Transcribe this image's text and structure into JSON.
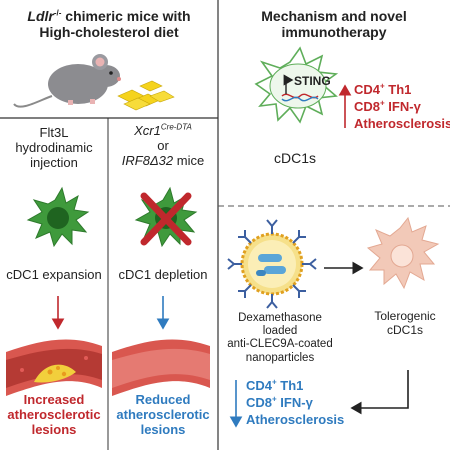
{
  "left_panel": {
    "title_italic": "Ldlr",
    "title_sup": "-/-",
    "title_rest_line1": " chimeric mice with",
    "title_line2": "High-cholesterol diet",
    "col1": {
      "label_line1": "Flt3L",
      "label_line2": "hydrodinamic",
      "label_line3": "injection",
      "cell_caption": "cDC1 expansion",
      "result_line1": "Increased",
      "result_line2": "atherosclerotic",
      "result_line3": "lesions"
    },
    "col2": {
      "label_italic1": "Xcr1",
      "label_sup": "Cre-DTA",
      "label_or": "or",
      "label_italic2": "IRF8Δ32",
      "label_mice": " mice",
      "cell_caption": "cDC1 depletion",
      "result_line1": "Reduced",
      "result_line2": "atherosclerotic",
      "result_line3": "lesions"
    }
  },
  "right_panel": {
    "title_line1": "Mechanism and novel",
    "title_line2": "immunotherapy",
    "sting_label": "STING",
    "cell_label": "cDC1s",
    "up_list": {
      "l1": "CD4",
      "l1_sup": "+",
      "l1_rest": " Th1",
      "l2": "CD8",
      "l2_sup": "+",
      "l2_rest": " IFN-γ",
      "l3": "Atherosclerosis"
    },
    "nano_line1": "Dexamethasone loaded",
    "nano_line2": "anti-CLEC9A-coated",
    "nano_line3": "nanoparticles",
    "tol_line1": "Tolerogenic",
    "tol_line2": "cDC1s",
    "down_list": {
      "l1": "CD4",
      "l1_sup": "+",
      "l1_rest": " Th1",
      "l2": "CD8",
      "l2_sup": "+",
      "l2_rest": " IFN-γ",
      "l3": "Atherosclerosis"
    }
  },
  "colors": {
    "red": "#c0282d",
    "blue": "#2f7bbf",
    "green_cell": "#3f9a3c",
    "tolerogenic_cell": "#f2c9b8",
    "vessel": "#d9574f"
  }
}
